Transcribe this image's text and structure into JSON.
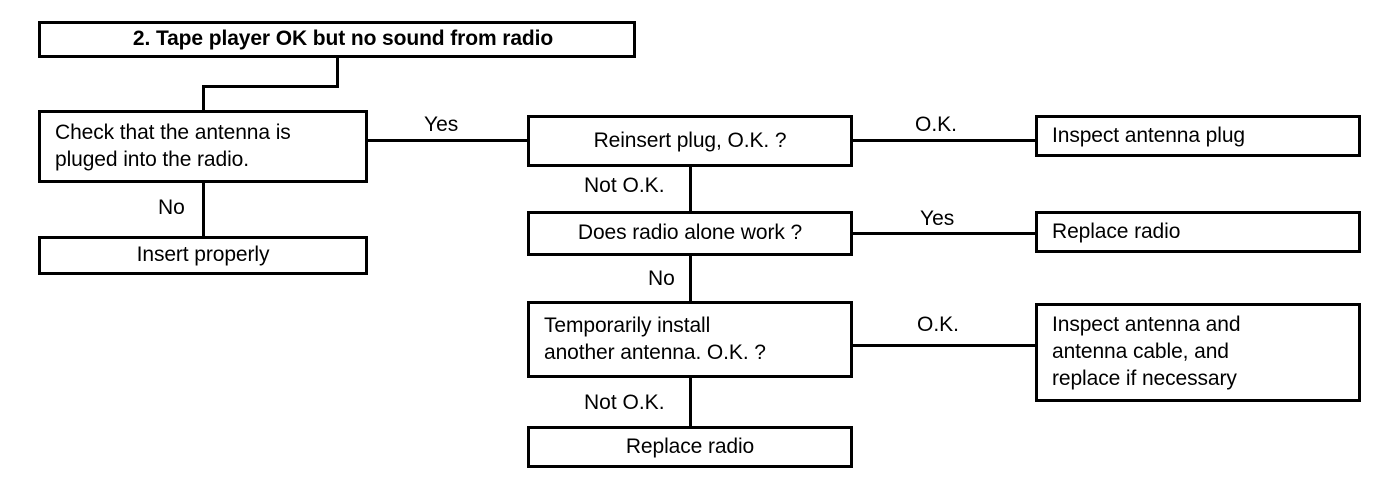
{
  "diagram": {
    "title": "2. Tape player OK but no sound from radio",
    "nodes": {
      "title_box": "2. Tape player OK but no sound from radio",
      "check_antenna_l1": "Check that the antenna is",
      "check_antenna_l2": "pluged into the radio.",
      "insert_properly": "Insert properly",
      "reinsert_plug": "Reinsert plug, O.K. ?",
      "inspect_antenna_plug": "Inspect antenna plug",
      "does_radio_alone_work": "Does radio alone work ?",
      "replace_radio_top": "Replace radio",
      "temp_install_l1": "Temporarily install",
      "temp_install_l2": "another antenna. O.K. ?",
      "inspect_cable_l1": "Inspect antenna and",
      "inspect_cable_l2": "antenna cable, and",
      "inspect_cable_l3": "replace if necessary",
      "replace_radio_bottom": "Replace radio"
    },
    "edge_labels": {
      "check_yes": "Yes",
      "check_no": "No",
      "reinsert_ok": "O.K.",
      "reinsert_not_ok": "Not O.K.",
      "radio_yes": "Yes",
      "radio_no": "No",
      "temp_ok": "O.K.",
      "temp_not_ok": "Not O.K."
    },
    "colors": {
      "line": "#000000",
      "background": "#ffffff",
      "text": "#000000"
    }
  }
}
